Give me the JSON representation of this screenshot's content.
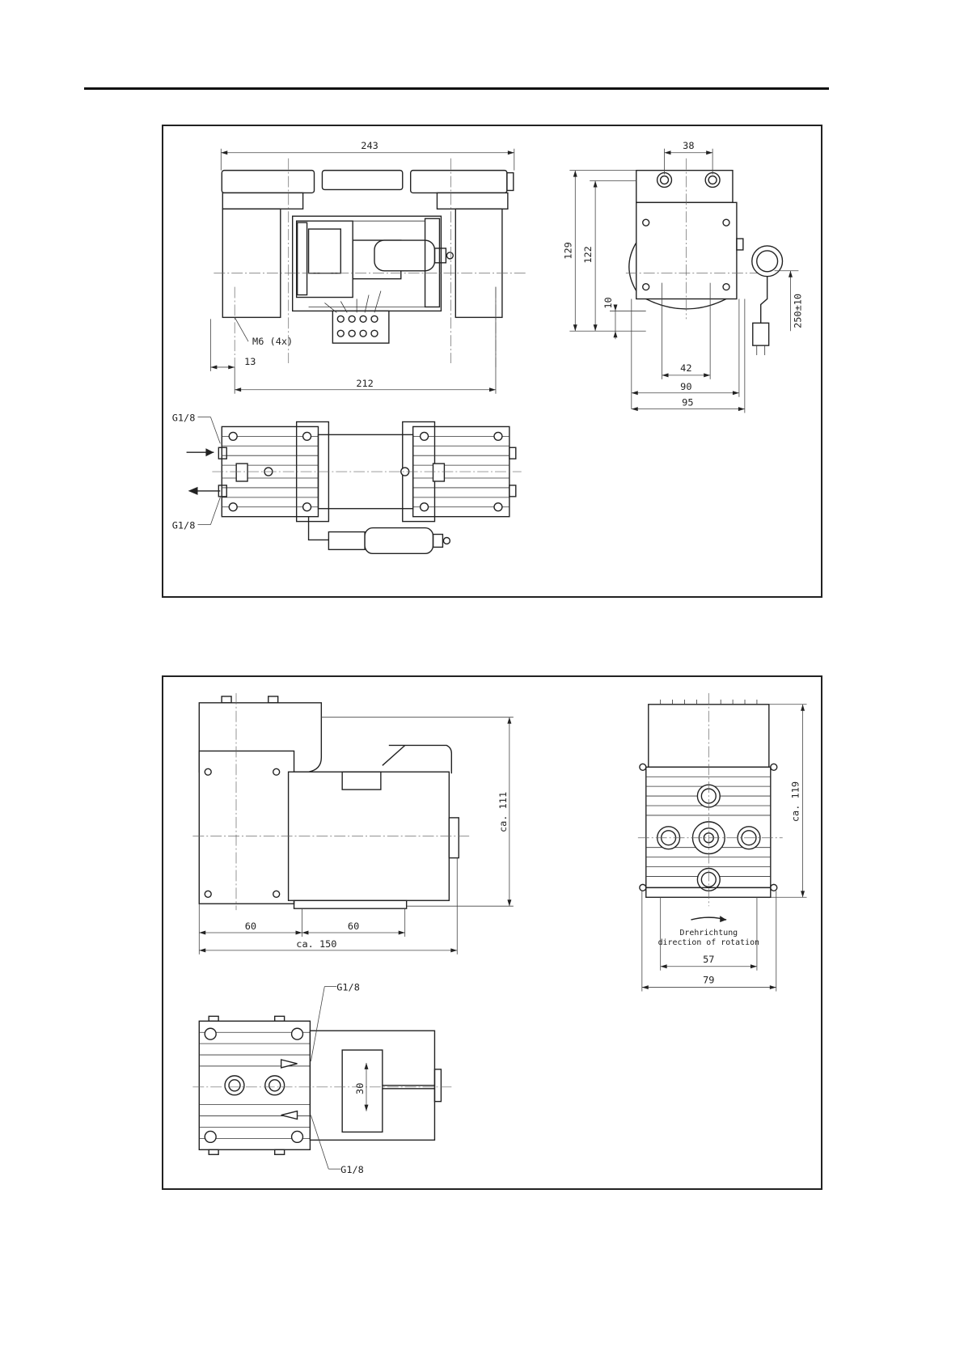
{
  "drawing1": {
    "dim_243": "243",
    "dim_38": "38",
    "dim_129": "129",
    "dim_122": "122",
    "dim_10": "10",
    "dim_250": "250±10",
    "dim_42": "42",
    "dim_90": "90",
    "dim_95": "95",
    "dim_13": "13",
    "dim_212": "212",
    "thread_m6": "M6 (4x)",
    "port_in": "G1/8",
    "port_out": "G1/8"
  },
  "drawing2": {
    "dim_111": "ca. 111",
    "dim_119": "ca. 119",
    "dim_60a": "60",
    "dim_60b": "60",
    "dim_150": "ca. 150",
    "dim_57": "57",
    "dim_79": "79",
    "dim_30": "30",
    "rotation_de": "Drehrichtung",
    "rotation_en": "direction of rotation",
    "port_top": "G1/8",
    "port_bottom": "G1/8"
  }
}
